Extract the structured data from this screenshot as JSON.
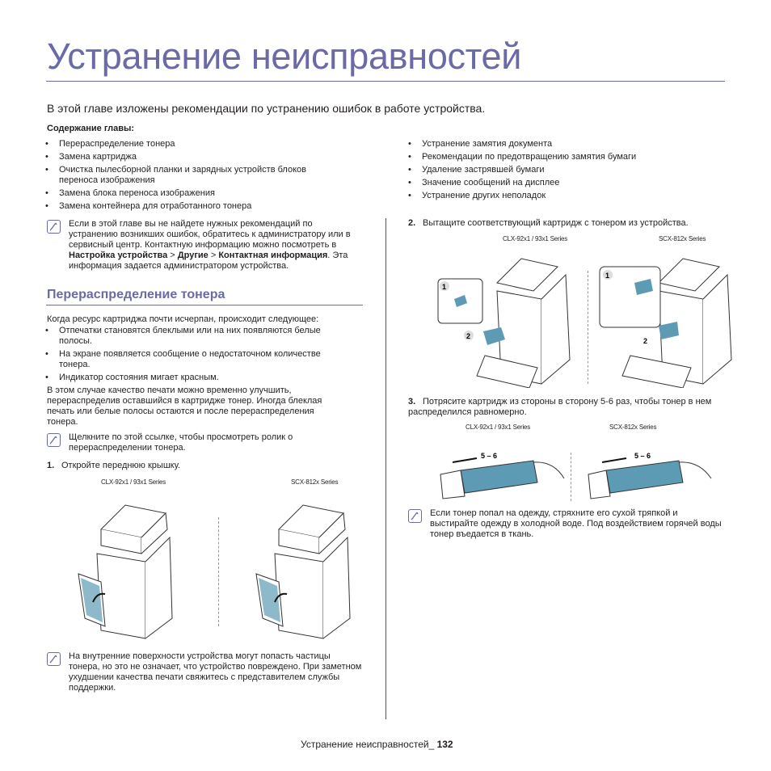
{
  "title": "Устранение неисправностей",
  "intro": "В этой главе изложены рекомендации по устранению ошибок в работе устройства.",
  "toc_label": "Содержание главы:",
  "toc_left": [
    "Перераспределение тонера",
    "Замена картриджа",
    "Очистка пылесборной планки и зарядных устройств блоков переноса изображения",
    "Замена блока переноса изображения",
    "Замена контейнера для отработанного тонера"
  ],
  "toc_right": [
    "Устранение замятия документа",
    "Рекомендации по предотвращению замятия бумаги",
    "Удаление застрявшей бумаги",
    "Значение сообщений на дисплее",
    "Устранение других неполадок"
  ],
  "note1": {
    "text1": "Если в этой главе вы не найдете нужных рекомендаций по устранению возникших ошибок, обратитесь к администратору или в сервисный центр. Контактную информацию можно посмотреть в ",
    "path1": "Настройка устройства",
    "sep1": " > ",
    "path2": "Другие",
    "sep2": " > ",
    "path3": "Контактная информация",
    "text2": ". Эта информация задается администратором устройства."
  },
  "section_title": "Перераспределение тонера",
  "when": "Когда ресурс картриджа почти исчерпан, происходит следующее:",
  "symptoms": [
    "Отпечатки становятся блеклыми или на них появляются белые полосы.",
    "На экране появляется сообщение о недостаточном количестве тонера.",
    "Индикатор состояния мигает красным."
  ],
  "para": "В этом случае качество печати можно временно улучшить, перераспределив оставшийся в картридже тонер. Иногда блеклая печать или белые полосы остаются и после перераспределения тонера.",
  "note2": "Щелкните по этой ссылке, чтобы просмотреть ролик о перераспределении тонера.",
  "step1": {
    "num": "1.",
    "text": "Откройте переднюю крышку."
  },
  "captions": {
    "clx": "CLX-92x1 / 93x1 Series",
    "scx": "SCX-812x Series"
  },
  "note3": "На внутренние поверхности устройства могут попасть частицы тонера, но это не означает, что устройство повреждено. При заметном ухудшении качества печати свяжитесь с представителем службы поддержки.",
  "step2": {
    "num": "2.",
    "text": "Вытащите соответствующий картридж с тонером из устройства."
  },
  "step3": {
    "num": "3.",
    "text": "Потрясите картридж из стороны в сторону 5-6 раз, чтобы тонер в нем распределился равномерно."
  },
  "callouts": {
    "one": "1",
    "two": "2",
    "shake": "5 – 6"
  },
  "note4": "Если тонер попал на одежду, стряхните его сухой тряпкой и выстирайте одежду в холодной воде. Под воздействием горячей воды тонер въедается в ткань.",
  "footer": {
    "text": "Устранение неисправностей_ ",
    "page": "132"
  },
  "colors": {
    "accent": "#6a6aa6",
    "toner": "#5d9bb5"
  }
}
